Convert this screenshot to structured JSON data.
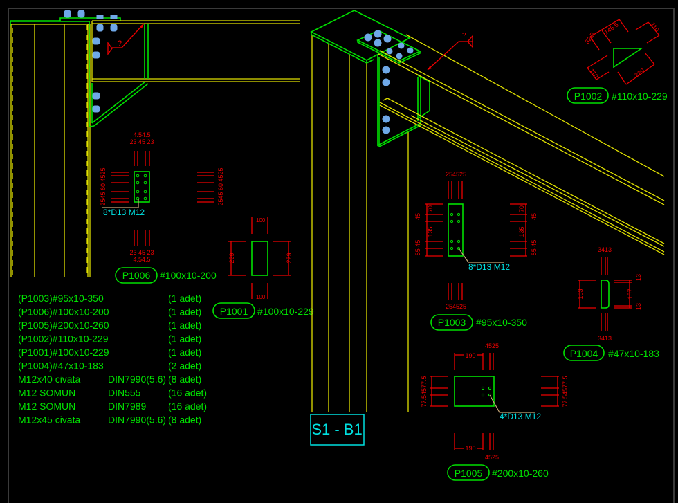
{
  "app": {
    "title": "CAD drawing viewport",
    "colors": {
      "background": "#000000",
      "frame": "#3a3a3a",
      "steel": "#e0e000",
      "plate": "#00e000",
      "dimension": "#ee0000",
      "annotation": "#00e0e0",
      "bolt": "#6fa8e8"
    }
  },
  "drawing": {
    "sheet_label": "S1 - B1",
    "weld_mark_left": "?",
    "weld_mark_right": "?",
    "bill_of_materials": [
      {
        "item": "(P1003)#95x10-350",
        "standard": "",
        "qty": "(1 adet)"
      },
      {
        "item": "(P1006)#100x10-200",
        "standard": "",
        "qty": "(1 adet)"
      },
      {
        "item": "(P1005)#200x10-260",
        "standard": "",
        "qty": "(1 adet)"
      },
      {
        "item": "(P1002)#110x10-229",
        "standard": "",
        "qty": "(1 adet)"
      },
      {
        "item": "(P1001)#100x10-229",
        "standard": "",
        "qty": "(1 adet)"
      },
      {
        "item": "(P1004)#47x10-183",
        "standard": "",
        "qty": "(2 adet)"
      },
      {
        "item": "M12x40 civata",
        "standard": "DIN7990(5.6)",
        "qty": "(8 adet)"
      },
      {
        "item": "M12 SOMUN",
        "standard": "DIN555",
        "qty": "(16 adet)"
      },
      {
        "item": "M12 SOMUN",
        "standard": "DIN7989",
        "qty": "(16 adet)"
      },
      {
        "item": "M12x45 civata",
        "standard": "DIN7990(5.6)",
        "qty": "(8 adet)"
      }
    ],
    "parts": {
      "p1006": {
        "tag": "P1006",
        "spec": "#100x10-200",
        "bolts": "8*D13 M12",
        "dims_top_1": "4.54.5",
        "dims_top_2": "23 45 23",
        "dims_bottom_1": "23 45 23",
        "dims_bottom_2": "4.54.5",
        "dims_left": "2545 60 4525",
        "dims_right": "2545 60 4525"
      },
      "p1001": {
        "tag": "P1001",
        "spec": "#100x10-229",
        "dim_width_top": "100",
        "dim_width_bottom": "100",
        "dim_height_left": "229",
        "dim_height_right": "229"
      },
      "p1002": {
        "tag": "P1002",
        "spec": "#110x10-229",
        "dim_a": "82.5",
        "dim_b": "146.5",
        "dim_c": "110",
        "dim_d": "110",
        "dim_e": "229"
      },
      "p1003": {
        "tag": "P1003",
        "spec": "#95x10-350",
        "bolts": "8*D13 M12",
        "dims_top": "254525",
        "dims_bottom": "254525",
        "dim_70": "70",
        "dim_45a": "45",
        "dim_135": "135",
        "dim_5545": "55 45"
      },
      "p1004": {
        "tag": "P1004",
        "spec": "#47x10-183",
        "dims_top": "3413",
        "dims_bottom": "3413",
        "dim_height": "183",
        "dim_inner": "157",
        "dim_13a": "13",
        "dim_13b": "13"
      },
      "p1005": {
        "tag": "P1005",
        "spec": "#200x10-260",
        "bolts": "4*D13 M12",
        "dim_190_top": "190",
        "dim_4525_top": "4525",
        "dim_190_bottom": "190",
        "dim_4525_bottom": "4525",
        "dims_side": "77.54577.5"
      }
    }
  }
}
